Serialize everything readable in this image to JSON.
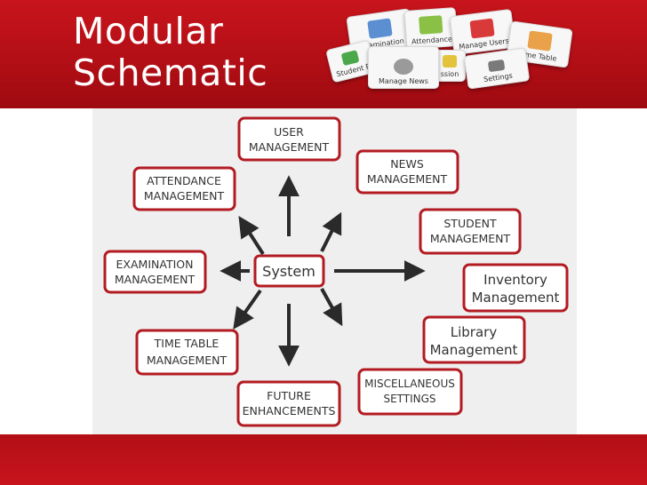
{
  "slide": {
    "title_line1": "Modular",
    "title_line2": "Schematic"
  },
  "header_tiles": [
    {
      "label": "Examination",
      "icon": "exam-icon"
    },
    {
      "label": "Attendance",
      "icon": "calendar-icon"
    },
    {
      "label": "Manage Users",
      "icon": "users-icon"
    },
    {
      "label": "Time Table",
      "icon": "timetable-icon"
    },
    {
      "label": "Student P",
      "icon": "student-icon"
    },
    {
      "label": "Manage News",
      "icon": "news-icon"
    },
    {
      "label": "ssion",
      "icon": "admission-icon"
    },
    {
      "label": "Settings",
      "icon": "settings-icon"
    }
  ],
  "diagram": {
    "center": "System",
    "nodes": {
      "user": [
        "USER",
        "MANAGEMENT"
      ],
      "news": [
        "NEWS",
        "MANAGEMENT"
      ],
      "attendance": [
        "ATTENDANCE",
        "MANAGEMENT"
      ],
      "student": [
        "STUDENT",
        "MANAGEMENT"
      ],
      "examination": [
        "EXAMINATION",
        "MANAGEMENT"
      ],
      "inventory": [
        "Inventory",
        "Management"
      ],
      "library": [
        "Library",
        "Management"
      ],
      "timetable": [
        "TIME TABLE",
        "MANAGEMENT"
      ],
      "misc": [
        "MISCELLANEOUS",
        "SETTINGS"
      ],
      "future": [
        "FUTURE",
        "ENHANCEMENTS"
      ]
    }
  },
  "colors": {
    "brand_red": "#c8141c",
    "box_border": "#b31b22",
    "arrow": "#2a2a2a",
    "panel_bg": "#efefef"
  }
}
